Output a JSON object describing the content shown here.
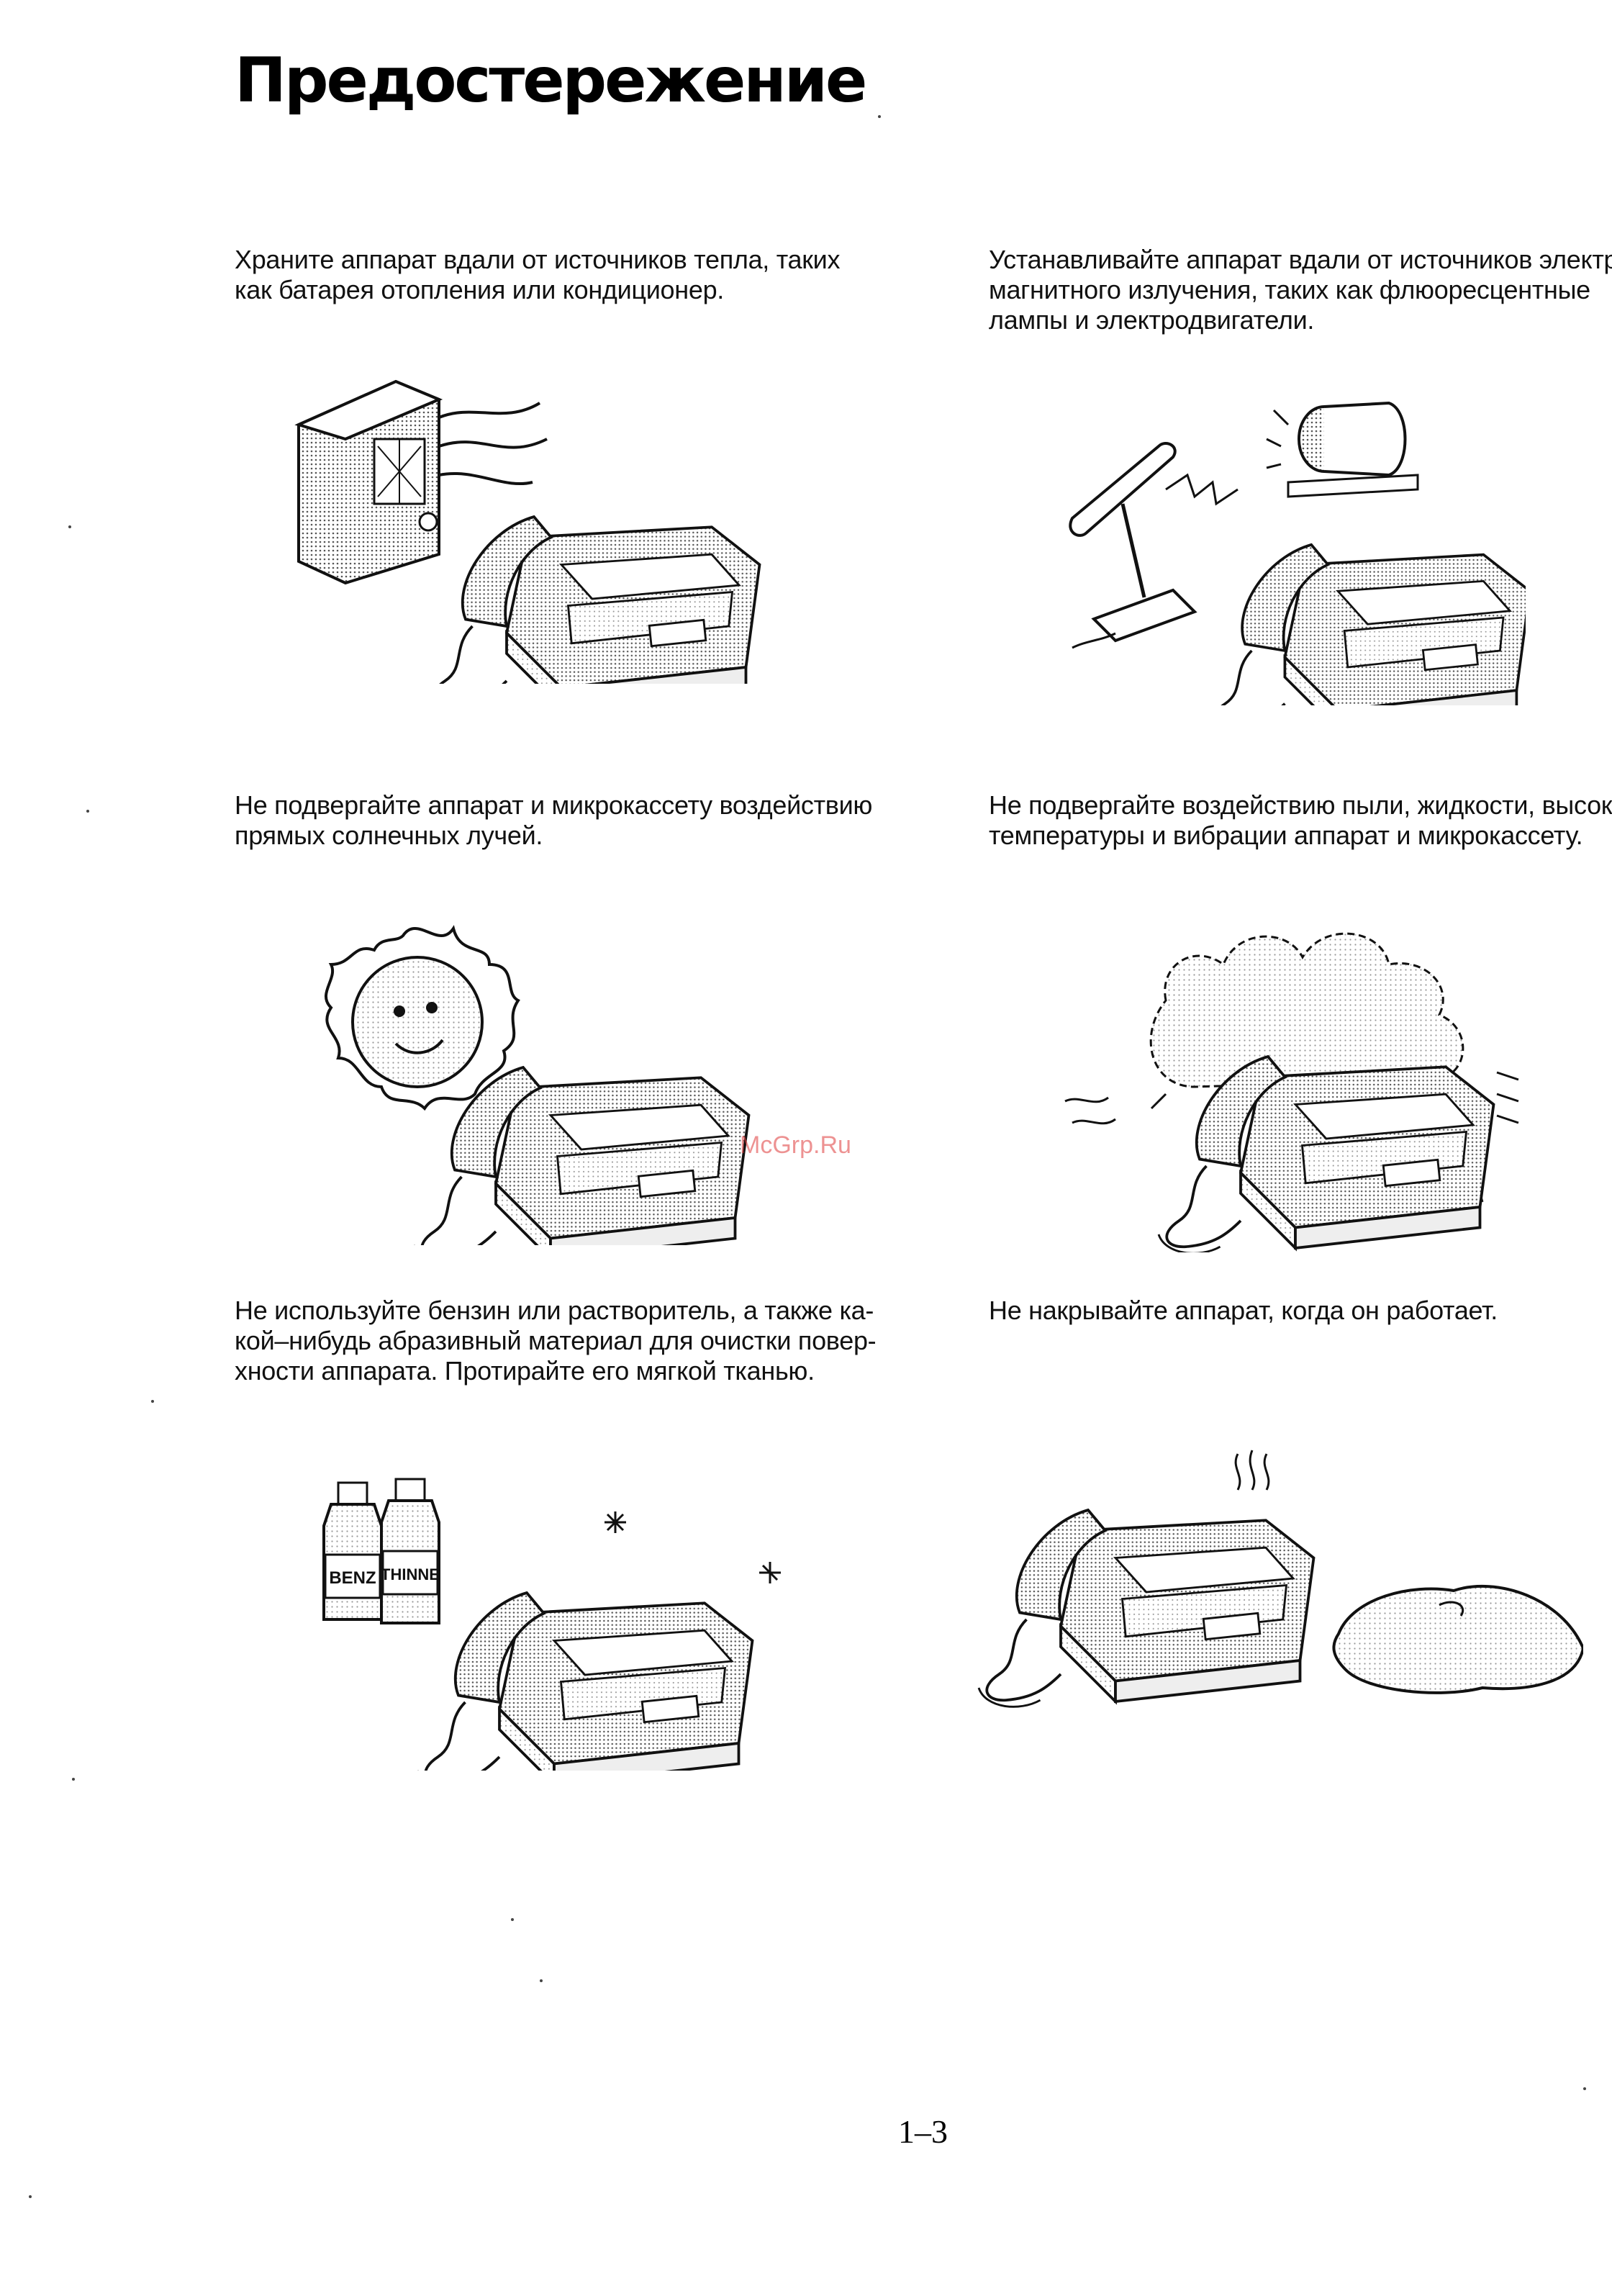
{
  "page": {
    "title": "Предостережение",
    "page_number": "1–3",
    "watermark": "McGrp.Ru"
  },
  "items": [
    {
      "id": "heat",
      "text": "Храните аппарат вдали от источников тепла, таких как батарея отопления или кондиционер.",
      "icon": "heater-illustration"
    },
    {
      "id": "emi",
      "text": "Устанавливайте аппарат вдали от источников электро-\nмагнитного излучения, таких как флюоресцентные\nлампы и электродвигатели.",
      "icon": "lamp-motor-illustration"
    },
    {
      "id": "sun",
      "text": "Не подвергайте аппарат и микрокассету воздействию прямых солнечных лучей.",
      "icon": "sun-illustration"
    },
    {
      "id": "dust",
      "text": "Не подвергайте воздействию пыли, жидкости, высокой\nтемпературы и вибрации аппарат и микрокассету.",
      "icon": "dust-vibration-illustration"
    },
    {
      "id": "solvent",
      "text": "Не используйте бензин или растворитель, а также ка-\nкой–нибудь абразивный материал для очистки повер-\nхности аппарата. Протирайте его мягкой тканью.",
      "icon": "solvent-bottles-illustration"
    },
    {
      "id": "cover",
      "text": "Не накрывайте аппарат, когда он работает.",
      "icon": "cloth-cover-illustration"
    }
  ],
  "bottle_labels": [
    "BENZ",
    "THINNE"
  ]
}
